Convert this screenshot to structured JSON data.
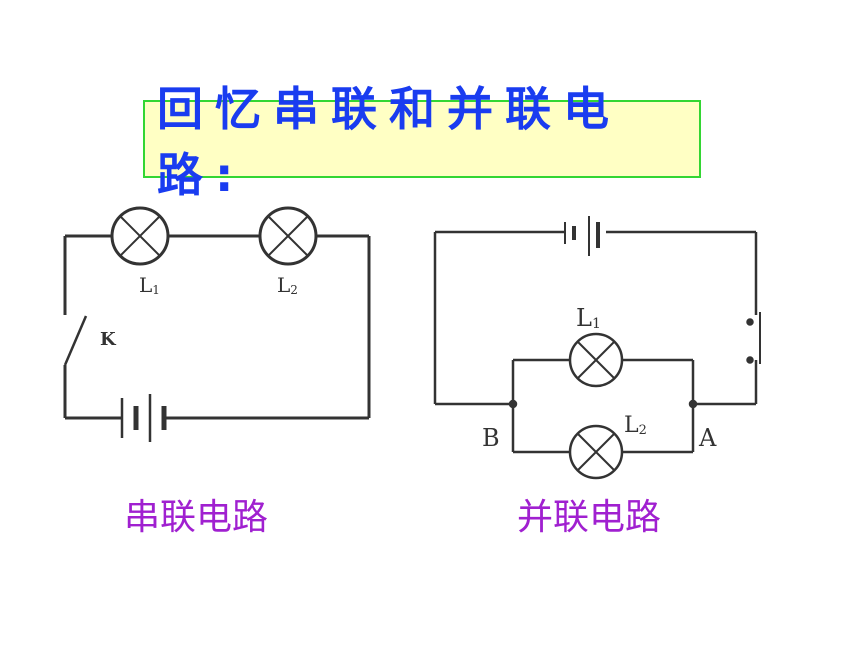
{
  "title": "回忆串联和并联电路:",
  "series_circuit": {
    "caption": "串联电路",
    "lamp1_label": "L",
    "lamp1_sub": "1",
    "lamp2_label": "L",
    "lamp2_sub": "2",
    "switch_label": "K"
  },
  "parallel_circuit": {
    "caption": "并联电路",
    "lamp1_label": "L",
    "lamp1_sub": "1",
    "lamp2_label": "L",
    "lamp2_sub": "2",
    "node_a_label": "A",
    "node_b_label": "B"
  },
  "colors": {
    "title_text": "#1a3cf0",
    "title_bg": "#ffffc4",
    "title_border": "#33d633",
    "caption": "#a020d0",
    "wire": "#333333"
  }
}
